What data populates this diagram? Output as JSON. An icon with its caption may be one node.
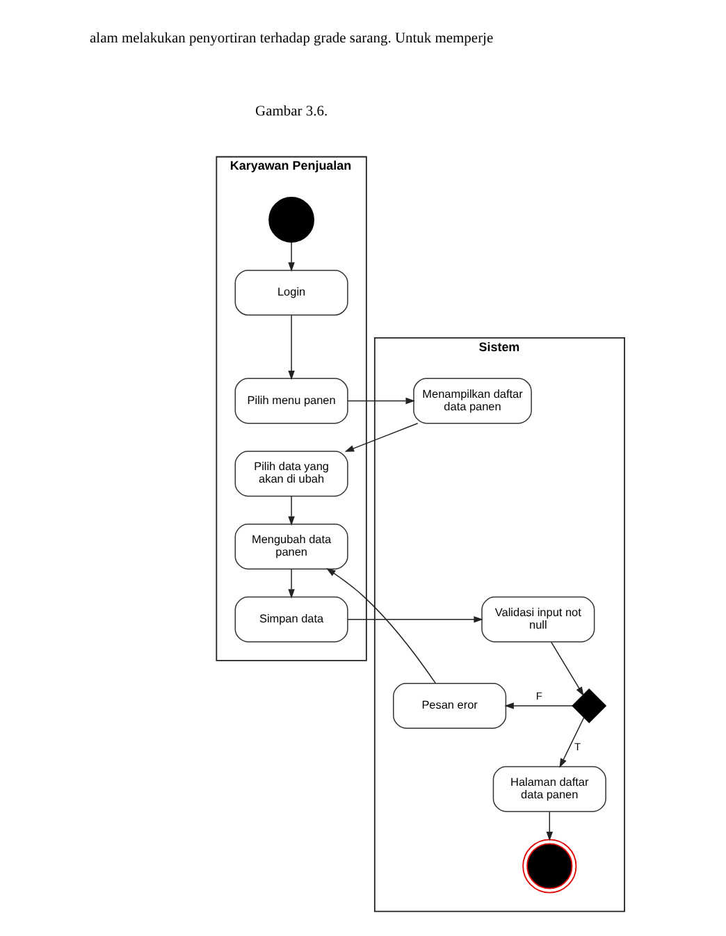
{
  "diagram": {
    "nodes": [
      {
        "text": [
          "Karyawan Penjualan"
        ]
      },
      {
        "text": [
          "Sistem"
        ]
      },
      {
        "text": [],
        "shape": "circle",
        "in": 0
      },
      {
        "text": [
          "Login"
        ],
        "in": 0
      },
      {
        "text": [
          "Pilih menu panen"
        ],
        "in": 0
      },
      {
        "text": [
          "Menampilkan daftar data panen"
        ],
        "in": 1
      },
      {
        "text": [
          "Pilih data yang akan di ubah"
        ],
        "in": 0
      },
      {
        "text": [
          "Mengubah data panen"
        ],
        "in": 0
      },
      {
        "text": [
          "Simpan data"
        ],
        "in": 0
      },
      {
        "text": [
          "Validasi input not null"
        ],
        "in": 1
      },
      {
        "text": [],
        "shape": "diamond",
        "in": 1
      },
      {
        "text": [
          "Pesan eror"
        ],
        "in": 1
      },
      {
        "text": [
          "Halaman daftar data panen"
        ],
        "in": 1
      },
      {
        "text": [],
        "shape": "bullseye",
        "in": 1
      }
    ],
    "edges": [
      {
        "from": 2,
        "to": 3,
        "arrow": "to"
      },
      {
        "from": 3,
        "to": 4,
        "arrow": "to"
      },
      {
        "from": 4,
        "to": 5,
        "arrow": "to"
      },
      {
        "from": 5,
        "to": 6,
        "arrow": "to"
      },
      {
        "from": 6,
        "to": 7,
        "arrow": "to"
      },
      {
        "from": 7,
        "to": 8,
        "arrow": "to"
      },
      {
        "from": 8,
        "to": 9,
        "arrow": "to"
      },
      {
        "from": 9,
        "to": 10,
        "arrow": "to"
      },
      {
        "from": 10,
        "to": 11,
        "label": "F",
        "arrow": "to"
      },
      {
        "from": 10,
        "to": 12,
        "label": "T",
        "arrow": "to"
      },
      {
        "from": 11,
        "to": 7,
        "arrow": "to"
      },
      {
        "from": 12,
        "to": 13,
        "arrow": "to"
      }
    ],
    "labels": [
      "alam melakukan penyortiran terhadap grade sarang. Untuk memperje",
      "Gambar 3.6."
    ]
  }
}
